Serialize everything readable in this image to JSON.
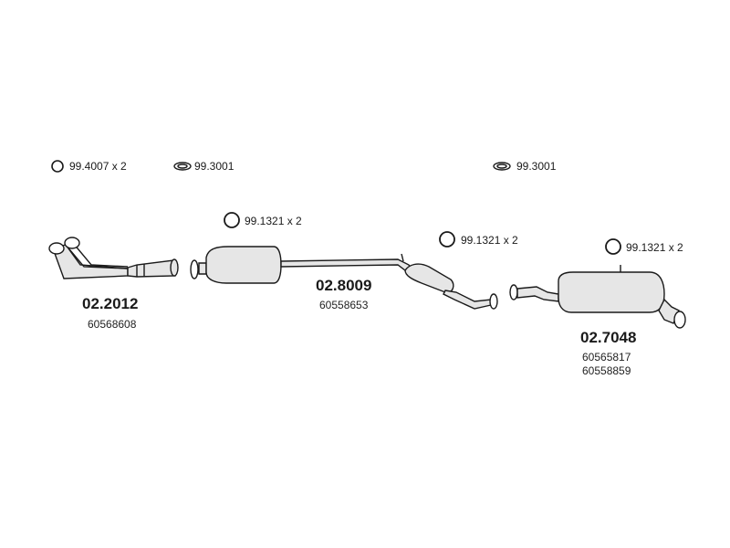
{
  "hardware": {
    "ring_pair_1": "99.4007 x 2",
    "clamp_1": "99.3001",
    "clamp_2": "99.3001",
    "ring_mid_1": "99.1321 x 2",
    "ring_mid_2": "99.1321 x 2",
    "ring_rear": "99.1321 x 2"
  },
  "parts": {
    "front": {
      "code": "02.2012",
      "oem": [
        "60568608"
      ]
    },
    "middle": {
      "code": "02.8009",
      "oem": [
        "60558653"
      ]
    },
    "rear": {
      "code": "02.7048",
      "oem": [
        "60565817",
        "60558859"
      ]
    }
  },
  "colors": {
    "line": "#1a1a1a",
    "fill": "#e6e6e6"
  }
}
